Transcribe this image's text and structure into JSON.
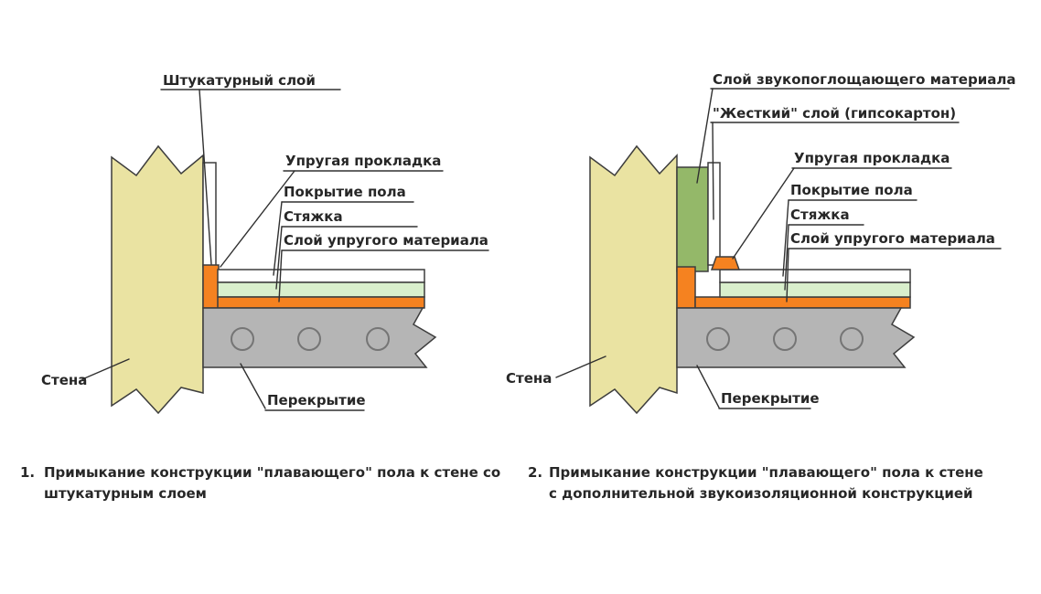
{
  "colors": {
    "background": "#ffffff",
    "wall": "#eae3a2",
    "plaster": "#ffffff",
    "floor_covering": "#ffffff",
    "screed": "#d9efcc",
    "elastic_orange": "#f58220",
    "slab_gray": "#b5b5b5",
    "sound_absorber_green": "#94b869",
    "drywall": "#ffffff",
    "line": "#303030",
    "text": "#272727"
  },
  "left": {
    "labels": {
      "plaster": "Штукатурный слой",
      "gasket": "Упругая прокладка",
      "covering": "Покрытие пола",
      "screed": "Стяжка",
      "elastic": "Слой упругого материала",
      "wall": "Стена",
      "slab": "Перекрытие"
    },
    "caption": {
      "num": "1.",
      "lines": [
        "Примыкание конструкции \"плавающего\" пола к стене со",
        "штукатурным слоем"
      ]
    }
  },
  "right": {
    "labels": {
      "absorber": "Слой звукопоглощающего материала",
      "rigid": "\"Жесткий\" слой (гипсокартон)",
      "gasket": "Упругая прокладка",
      "covering": "Покрытие пола",
      "screed": "Стяжка",
      "elastic": "Слой упругого материала",
      "wall": "Стена",
      "slab": "Перекрытие"
    },
    "caption": {
      "num": "2.",
      "lines": [
        "Примыкание конструкции \"плавающего\" пола к стене",
        "с дополнительной звукоизоляционной конструкцией"
      ]
    }
  }
}
